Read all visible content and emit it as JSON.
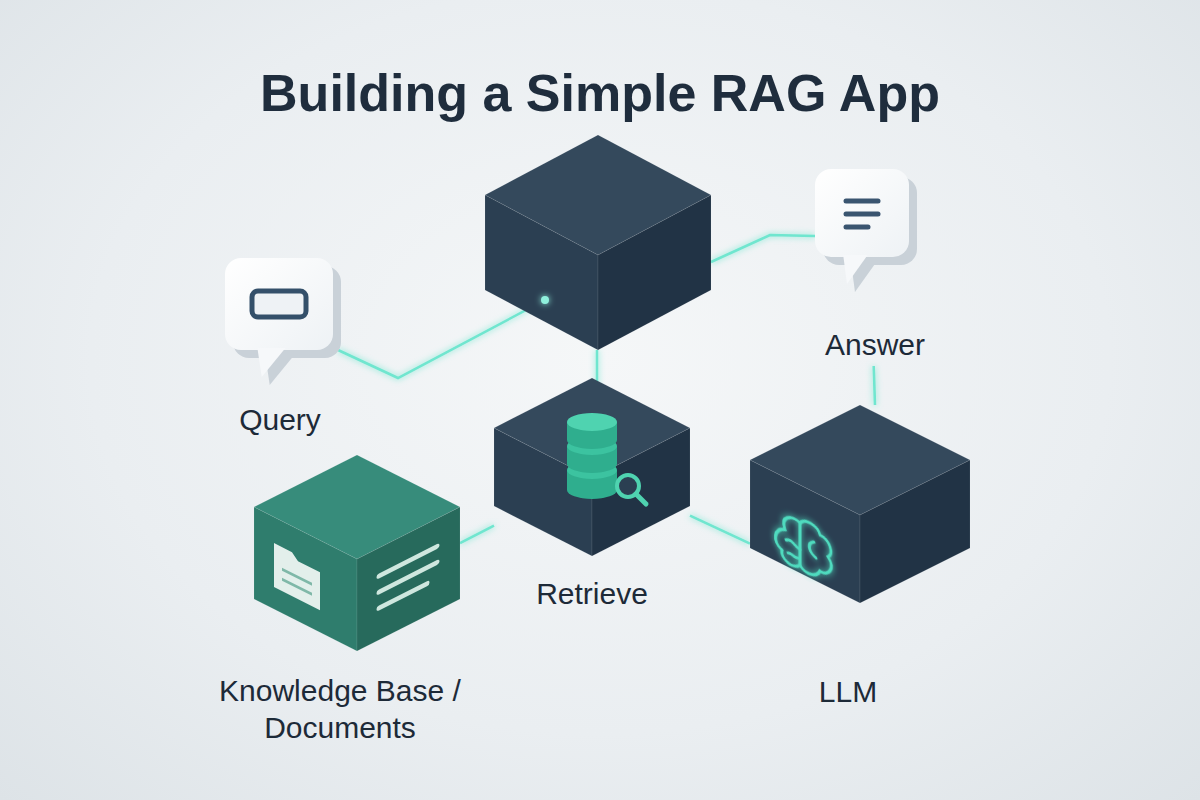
{
  "diagram": {
    "title": "Building a Simple RAG App",
    "nodes": [
      {
        "text": [
          "Query"
        ]
      },
      {
        "text": [
          "Answer"
        ]
      },
      {
        "text": [
          "Retrieve"
        ]
      },
      {
        "text": [
          "Knowledge Base / Documents"
        ]
      },
      {
        "text": [
          "LLM"
        ]
      }
    ],
    "edges": [
      {
        "from": 3,
        "to": 2,
        "arrow": "none"
      },
      {
        "from": 2,
        "to": 4,
        "arrow": "none"
      },
      {
        "from": 4,
        "to": 1,
        "arrow": "none"
      }
    ]
  }
}
